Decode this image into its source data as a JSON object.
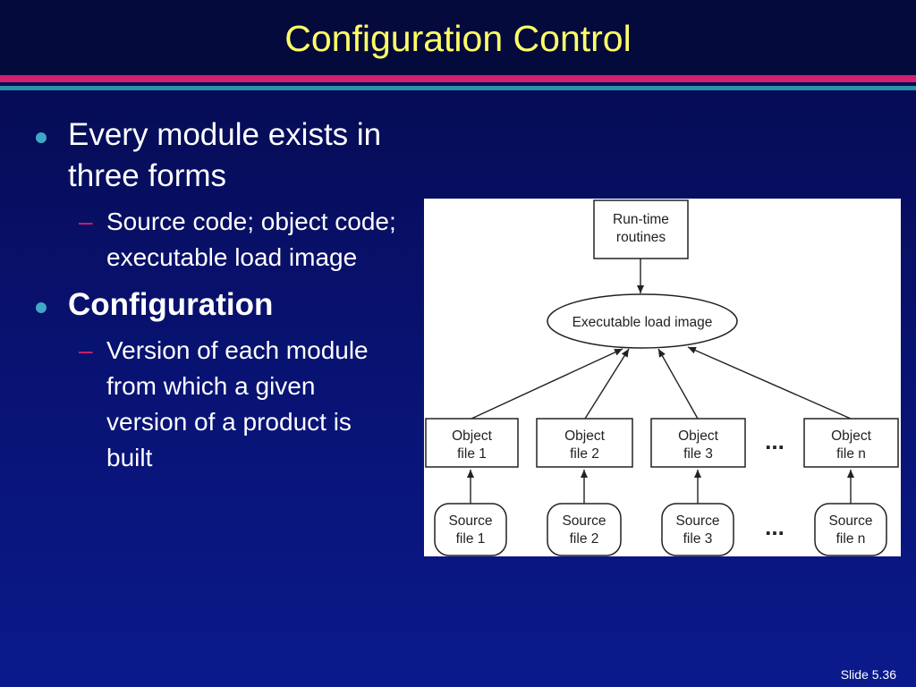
{
  "slide": {
    "title": "Configuration Control",
    "footer": "Slide 5.36"
  },
  "bullets": [
    {
      "text": "Every module exists in three forms",
      "bold": false,
      "sub": "Source code; object code; executable load image"
    },
    {
      "text": "Configuration",
      "bold": true,
      "sub": "Version of each module from which a given version of a product is built"
    }
  ],
  "diagram": {
    "runtime": {
      "line1": "Run-time",
      "line2": "routines"
    },
    "executable": "Executable load image",
    "objects": [
      {
        "line1": "Object",
        "line2": "file 1"
      },
      {
        "line1": "Object",
        "line2": "file 2"
      },
      {
        "line1": "Object",
        "line2": "file 3"
      },
      {
        "line1": "Object",
        "line2": "file n"
      }
    ],
    "sources": [
      {
        "line1": "Source",
        "line2": "file 1"
      },
      {
        "line1": "Source",
        "line2": "file 2"
      },
      {
        "line1": "Source",
        "line2": "file 3"
      },
      {
        "line1": "Source",
        "line2": "file n"
      }
    ],
    "ellipsis": "..."
  }
}
